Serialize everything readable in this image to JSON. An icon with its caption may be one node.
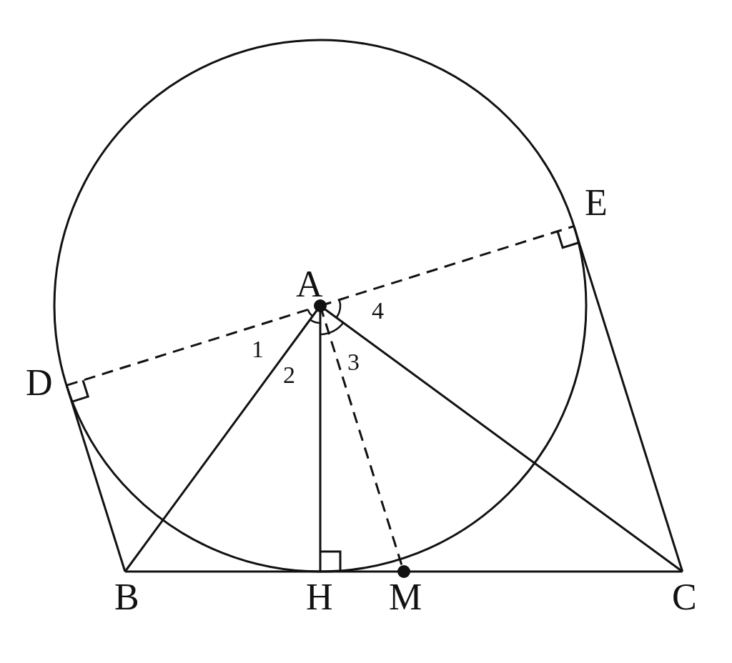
{
  "diagram": {
    "nodes": [
      {
        "text": [
          "A"
        ]
      },
      {
        "text": [
          "B"
        ]
      },
      {
        "text": [
          "C"
        ]
      },
      {
        "text": [
          "D"
        ]
      },
      {
        "text": [
          "E"
        ]
      },
      {
        "text": [
          "H"
        ]
      },
      {
        "text": [
          "M"
        ]
      }
    ],
    "edges": [
      {
        "from": 3,
        "to": 0,
        "arrow": "none",
        "style": "dashed"
      },
      {
        "from": 0,
        "to": 4,
        "arrow": "none",
        "style": "dashed"
      },
      {
        "from": 0,
        "to": 1,
        "arrow": "none"
      },
      {
        "from": 0,
        "to": 5,
        "arrow": "none"
      },
      {
        "from": 0,
        "to": 6,
        "arrow": "none",
        "style": "dashed"
      },
      {
        "from": 0,
        "to": 2,
        "arrow": "none"
      },
      {
        "from": 3,
        "to": 1,
        "arrow": "none"
      },
      {
        "from": 4,
        "to": 2,
        "arrow": "none"
      },
      {
        "from": 1,
        "to": 5,
        "arrow": "none"
      },
      {
        "from": 5,
        "to": 6,
        "arrow": "none"
      },
      {
        "from": 6,
        "to": 2,
        "arrow": "none"
      }
    ],
    "labels": [
      "1",
      "2",
      "3",
      "4"
    ]
  }
}
